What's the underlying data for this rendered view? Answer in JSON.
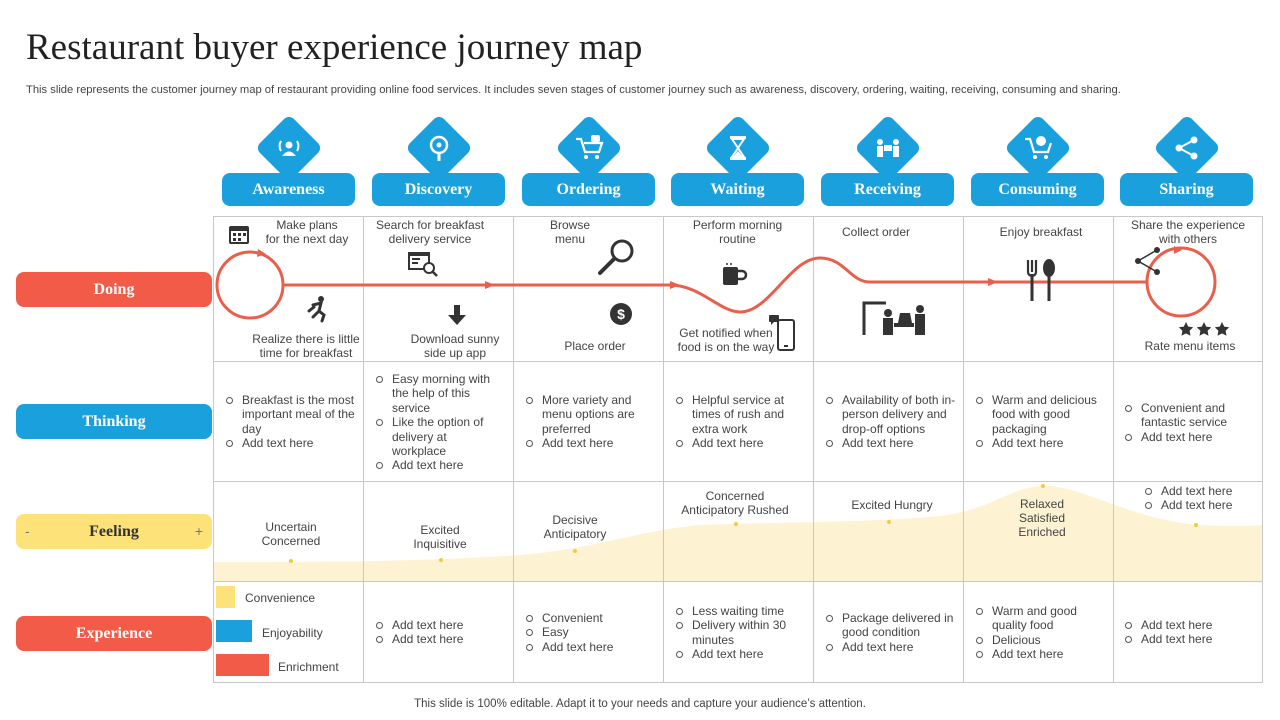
{
  "title": "Restaurant buyer experience journey map",
  "subtitle": "This slide represents the customer journey map of restaurant providing online food services. It includes seven stages of customer journey such as awareness, discovery, ordering, waiting, receiving, consuming and sharing.",
  "footer": "This slide is 100% editable. Adapt it to your needs and capture your audience’s attention.",
  "stages": [
    "Awareness",
    "Discovery",
    "Ordering",
    "Waiting",
    "Receiving",
    "Consuming",
    "Sharing"
  ],
  "rows": {
    "doing": "Doing",
    "thinking": "Thinking",
    "feeling": "Feeling",
    "feeling_minus": "-",
    "feeling_plus": "+",
    "experience": "Experience"
  },
  "doing": {
    "top": [
      "Make plans\nfor the next day",
      "Search for breakfast\ndelivery service",
      "Browse\nmenu",
      "Perform morning\nroutine",
      "Collect order",
      "Enjoy breakfast",
      "Share the experience\nwith others"
    ],
    "bottom": [
      "Realize there is little\ntime for breakfast",
      "Download sunny\nside up app",
      "Place order",
      "Get notified when\nfood is on the way",
      "Rate menu items"
    ]
  },
  "thinking": [
    [
      "Breakfast is the most important meal of the day",
      "Add text here"
    ],
    [
      "Easy morning with the help of this service",
      "Like the option of delivery at workplace",
      "Add text here"
    ],
    [
      "More variety and menu options are preferred",
      "Add text here"
    ],
    [
      "Helpful service at times of rush and extra work",
      "Add text here"
    ],
    [
      "Availability of both in-person delivery and drop-off options",
      "Add text here"
    ],
    [
      "Warm and delicious food with good packaging",
      "Add text here"
    ],
    [
      "Convenient and fantastic service",
      "Add text here"
    ]
  ],
  "feeling": [
    "Uncertain\nConcerned",
    "Excited\nInquisitive",
    "Decisive\nAnticipatory",
    "Concerned\nAnticipatory Rushed",
    "Excited Hungry",
    "Relaxed\nSatisfied\nEnriched"
  ],
  "feeling_last": [
    "Add text here",
    "Add text here"
  ],
  "legend": [
    {
      "label": "Convenience",
      "color": "#fde27a"
    },
    {
      "label": "Enjoyability",
      "color": "#1aa0dc"
    },
    {
      "label": "Enrichment",
      "color": "#f15b47"
    }
  ],
  "experience": [
    [
      "Add text here",
      "Add text here"
    ],
    [
      "Convenient",
      "Easy",
      "Add text here"
    ],
    [
      "Less waiting time",
      "Delivery within 30 minutes",
      "Add text here"
    ],
    [
      "Package delivered in good condition",
      "Add text here"
    ],
    [
      "Warm and good quality food",
      "Delicious",
      "Add text here"
    ],
    [
      "Add text here",
      "Add text here"
    ]
  ],
  "colors": {
    "blue": "#1aa0dc",
    "red": "#f15b47",
    "yellow": "#fde27a",
    "light_yellow": "#fdf3d3"
  }
}
